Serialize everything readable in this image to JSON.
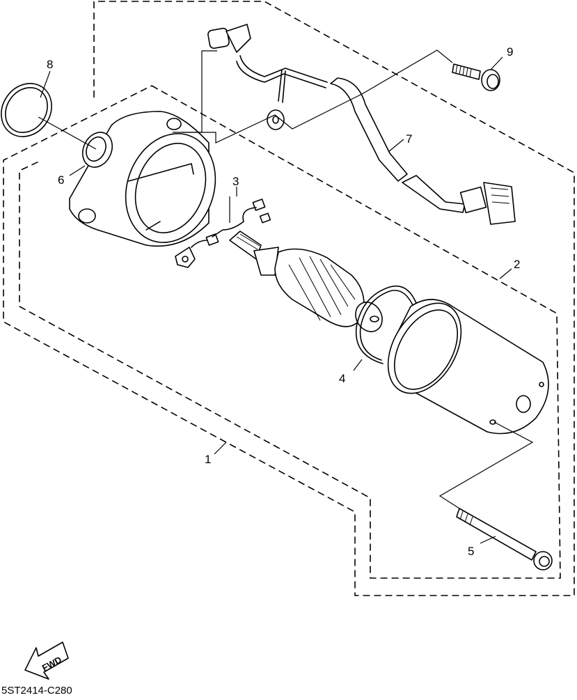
{
  "diagram": {
    "callouts": [
      {
        "id": "1",
        "label": "1"
      },
      {
        "id": "2",
        "label": "2"
      },
      {
        "id": "3",
        "label": "3"
      },
      {
        "id": "4",
        "label": "4"
      },
      {
        "id": "5",
        "label": "5"
      },
      {
        "id": "6",
        "label": "6"
      },
      {
        "id": "7",
        "label": "7"
      },
      {
        "id": "8",
        "label": "8"
      },
      {
        "id": "9",
        "label": "9"
      }
    ],
    "direction_marker": {
      "text": "FWD",
      "icon": "fwd-arrow-icon"
    },
    "figure_code": "5ST2414-C280"
  }
}
